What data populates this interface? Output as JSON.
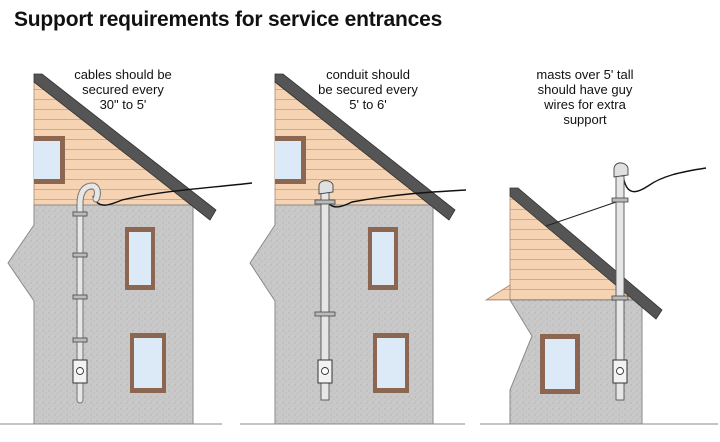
{
  "title": "Support requirements for service entrances",
  "panels": [
    {
      "caption": [
        "cables should be",
        "secured every",
        "30\" to 5'"
      ]
    },
    {
      "caption": [
        "conduit should",
        "be secured every",
        "5' to 6'"
      ]
    },
    {
      "caption": [
        "masts over 5' tall",
        "should have guy",
        "wires for extra",
        "support"
      ]
    }
  ],
  "colors": {
    "roof": "#555555",
    "siding": "#f5d3b3",
    "siding_line": "#d4a988",
    "stucco": "#c8c8c8",
    "window_frame": "#8c6650",
    "glass": "#dbeaf6",
    "conduit": "#e6e6e6"
  }
}
